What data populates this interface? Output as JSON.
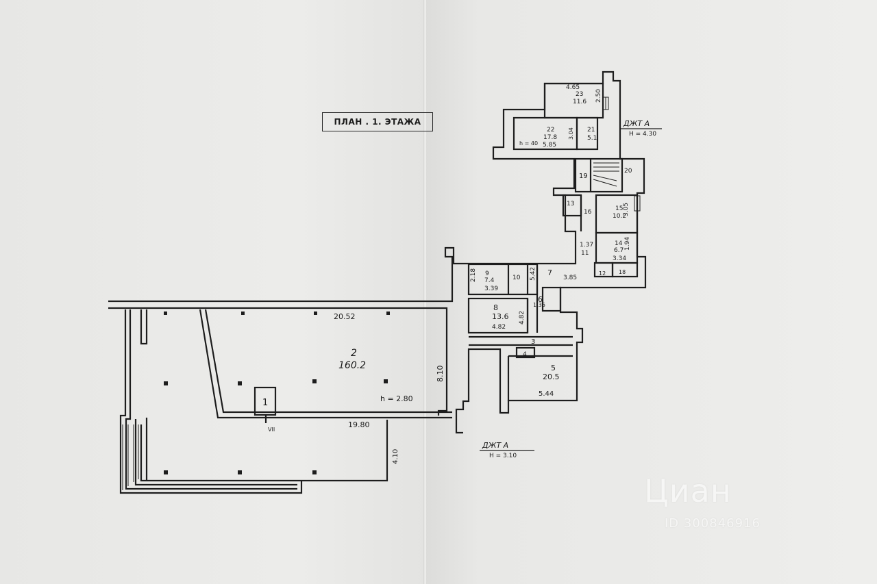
{
  "plan": {
    "title": "ПЛАН . 1. ЭТАЖА",
    "elevation_labels": [
      {
        "id": "upper",
        "mark": "ДЖТ А",
        "height": "Н = 4.30"
      },
      {
        "id": "lower",
        "mark": "ДЖТ А",
        "height": "Н = 3.10"
      }
    ],
    "rooms": [
      {
        "id": "r1",
        "label": "1"
      },
      {
        "id": "r2",
        "label": "2",
        "area": "160.2"
      },
      {
        "id": "r3",
        "label": "3"
      },
      {
        "id": "r4",
        "label": "4"
      },
      {
        "id": "r5",
        "label": "5",
        "area": "20.5"
      },
      {
        "id": "r6",
        "label": "6"
      },
      {
        "id": "r7",
        "label": "7"
      },
      {
        "id": "r8",
        "label": "8",
        "area": "13.6"
      },
      {
        "id": "r9",
        "label": "9",
        "area": "7.4"
      },
      {
        "id": "r10",
        "label": "10"
      },
      {
        "id": "r11",
        "label": "11"
      },
      {
        "id": "r12",
        "label": "12"
      },
      {
        "id": "r13",
        "label": "13"
      },
      {
        "id": "r14",
        "label": "14",
        "area": "6.7"
      },
      {
        "id": "r15",
        "label": "15",
        "area": "10.2"
      },
      {
        "id": "r16",
        "label": "16"
      },
      {
        "id": "r18",
        "label": "18"
      },
      {
        "id": "r19",
        "label": "19"
      },
      {
        "id": "r20",
        "label": "20"
      },
      {
        "id": "r21",
        "label": "21",
        "area": "5.1"
      },
      {
        "id": "r22",
        "label": "22",
        "area": "17.8"
      },
      {
        "id": "r23",
        "label": "23",
        "area": "11.6"
      }
    ],
    "dimensions": [
      {
        "id": "d2052",
        "text": "20.52"
      },
      {
        "id": "d810",
        "text": "8.10"
      },
      {
        "id": "dh280",
        "text": "h = 2.80"
      },
      {
        "id": "d1980",
        "text": "19.80"
      },
      {
        "id": "d410",
        "text": "4.10"
      },
      {
        "id": "d544",
        "text": "5.44"
      },
      {
        "id": "d482",
        "text": "4.82"
      },
      {
        "id": "d482v",
        "text": "4.82"
      },
      {
        "id": "d136",
        "text": "1.36"
      },
      {
        "id": "d542",
        "text": "5.42"
      },
      {
        "id": "d385",
        "text": "3.85"
      },
      {
        "id": "d339",
        "text": "3.39"
      },
      {
        "id": "d218",
        "text": "2.18"
      },
      {
        "id": "d137",
        "text": "1.37"
      },
      {
        "id": "d334",
        "text": "3.34"
      },
      {
        "id": "d194",
        "text": "1.94"
      },
      {
        "id": "d305",
        "text": "3.05"
      },
      {
        "id": "dh40",
        "text": "h = 40"
      },
      {
        "id": "d585",
        "text": "5.85"
      },
      {
        "id": "d304",
        "text": "3.04"
      },
      {
        "id": "d465",
        "text": "4.65"
      },
      {
        "id": "d250",
        "text": "2.50"
      }
    ],
    "marker": "VII"
  },
  "watermark": {
    "logo": "Циан",
    "id": "ID 300846916"
  },
  "colors": {
    "paper": "#ececea",
    "ink": "#1a1a1a",
    "watermark": "#ffffff"
  }
}
